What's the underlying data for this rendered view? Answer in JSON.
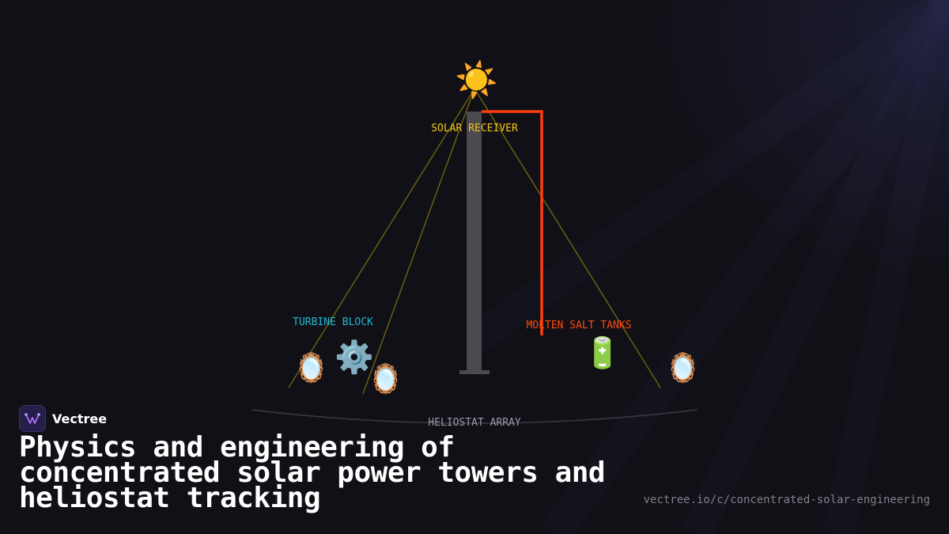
{
  "diagram": {
    "labels": {
      "receiver": "SOLAR RECEIVER",
      "turbine": "TURBINE BLOCK",
      "tanks": "MOLTEN SALT TANKS",
      "array": "HELIOSTAT ARRAY"
    },
    "icons": {
      "sun": "☀️",
      "gear": "⚙️",
      "battery": "🔋",
      "mirror": "🪞"
    },
    "colors": {
      "receiver_label": "#f5c518",
      "turbine_label": "#22b8cf",
      "tanks_label": "#ff4a12",
      "array_label": "#9a9aa6",
      "tower": "#4a4a4f",
      "salt_pipe": "#ff3d0c",
      "light_rays": "#6b5f12",
      "field_arc": "#3a3a44"
    }
  },
  "footer": {
    "brand_name": "Vectree",
    "title": "Physics and engineering of concentrated solar power towers and heliostat tracking",
    "url": "vectree.io/c/concentrated-solar-engineering"
  }
}
